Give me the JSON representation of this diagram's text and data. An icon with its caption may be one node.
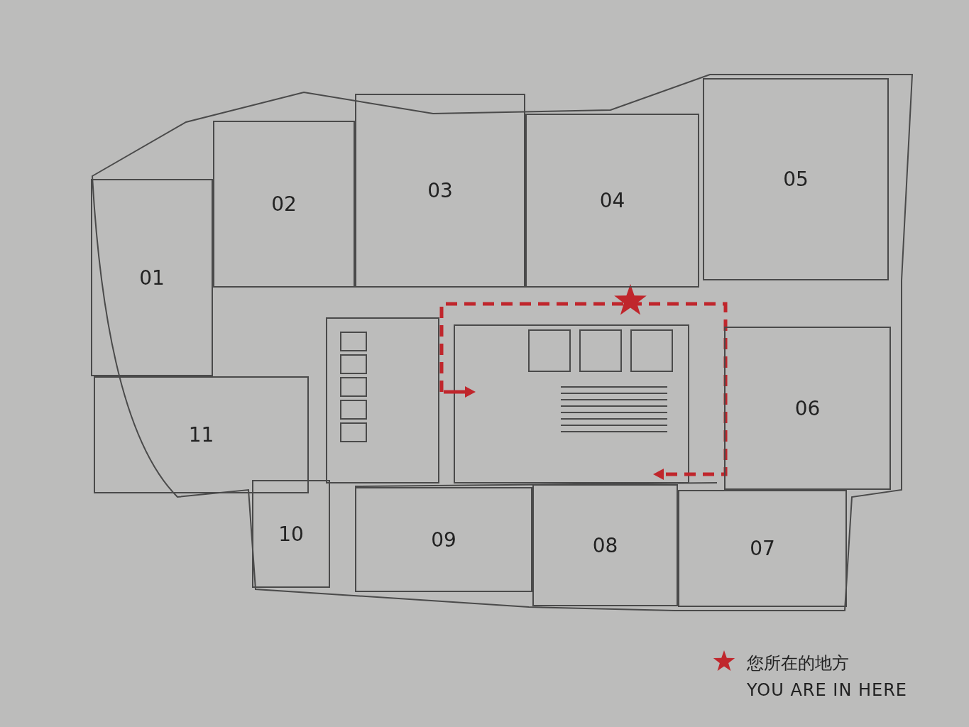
{
  "diagram": {
    "nodes": [
      {
        "text": [
          "01"
        ]
      },
      {
        "text": [
          "02"
        ]
      },
      {
        "text": [
          "03"
        ]
      },
      {
        "text": [
          "04"
        ]
      },
      {
        "text": [
          "05"
        ]
      },
      {
        "text": [
          "06"
        ]
      },
      {
        "text": [
          "07"
        ]
      },
      {
        "text": [
          "08"
        ]
      },
      {
        "text": [
          "09"
        ]
      },
      {
        "text": [
          "10"
        ]
      },
      {
        "text": [
          "11"
        ]
      }
    ],
    "labels": [
      "YOU ARE IN HERE"
    ],
    "legend": [
      {
        "text": "您所在的地方"
      }
    ]
  }
}
